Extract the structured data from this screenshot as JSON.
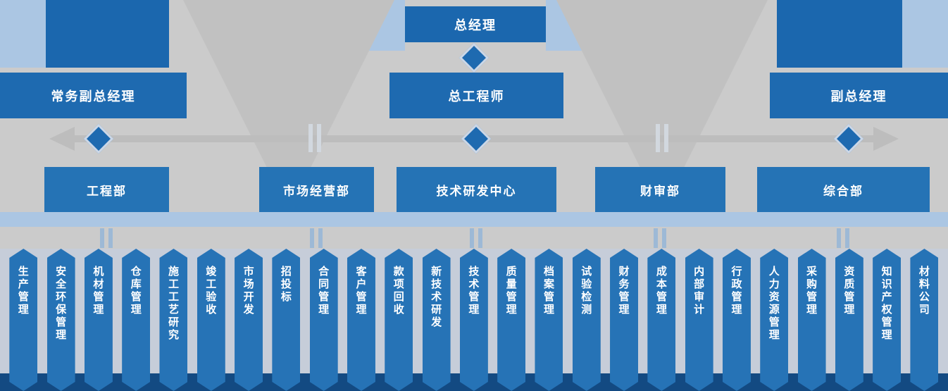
{
  "colors": {
    "dark_blue": "#1b67ae",
    "box_blue": "#2573b5",
    "light_blue": "#abc6e3",
    "background_gray": "#cbcbcb",
    "arrow_gray": "#bdbdbd",
    "bottom_strip_blue": "#134a82"
  },
  "org": {
    "general_manager": "总经理",
    "level2": [
      {
        "label": "常务副总经理"
      },
      {
        "label": "总工程师"
      },
      {
        "label": "副总经理"
      }
    ],
    "departments": [
      {
        "label": "工程部"
      },
      {
        "label": "市场经营部"
      },
      {
        "label": "技术研发中心"
      },
      {
        "label": "财审部"
      },
      {
        "label": "综合部"
      }
    ],
    "functions": [
      {
        "label": "生产管理"
      },
      {
        "label": "安全环保管理"
      },
      {
        "label": "机材管理"
      },
      {
        "label": "仓库管理"
      },
      {
        "label": "施工工艺研究"
      },
      {
        "label": "竣工验收"
      },
      {
        "label": "市场开发"
      },
      {
        "label": "招投标"
      },
      {
        "label": "合同管理"
      },
      {
        "label": "客户管理"
      },
      {
        "label": "款项回收"
      },
      {
        "label": "新技术研发"
      },
      {
        "label": "技术管理"
      },
      {
        "label": "质量管理"
      },
      {
        "label": "档案管理"
      },
      {
        "label": "试验检测"
      },
      {
        "label": "财务管理"
      },
      {
        "label": "成本管理"
      },
      {
        "label": "内部审计"
      },
      {
        "label": "行政管理"
      },
      {
        "label": "人力资源管理"
      },
      {
        "label": "采购管理"
      },
      {
        "label": "资质管理"
      },
      {
        "label": "知识产权管理"
      },
      {
        "label": "材料公司"
      }
    ]
  }
}
